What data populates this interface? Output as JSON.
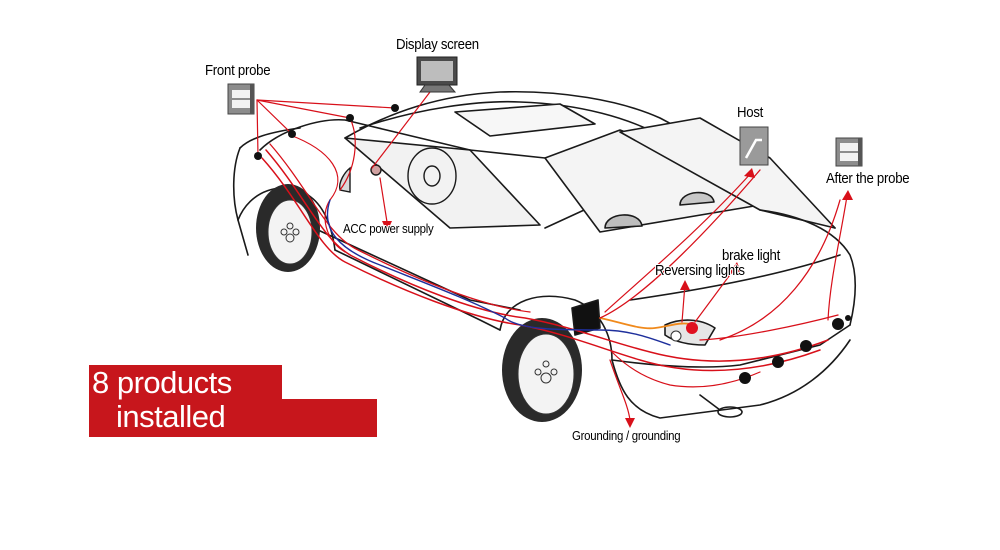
{
  "labels": {
    "display_screen": "Display screen",
    "front_probe": "Front probe",
    "host": "Host",
    "after_probe": "After the probe",
    "acc_power": "ACC power supply",
    "brake_light": "brake light",
    "reversing_lights": "Reversing lights",
    "grounding": "Grounding / grounding"
  },
  "banner": {
    "line1": "8 products",
    "line2": "installed"
  },
  "colors": {
    "wire_red": "#d8101a",
    "wire_blue": "#1e2f9c",
    "wire_orange": "#f08a1c",
    "banner_red": "#c7161c",
    "outline": "#1a1a1a"
  }
}
